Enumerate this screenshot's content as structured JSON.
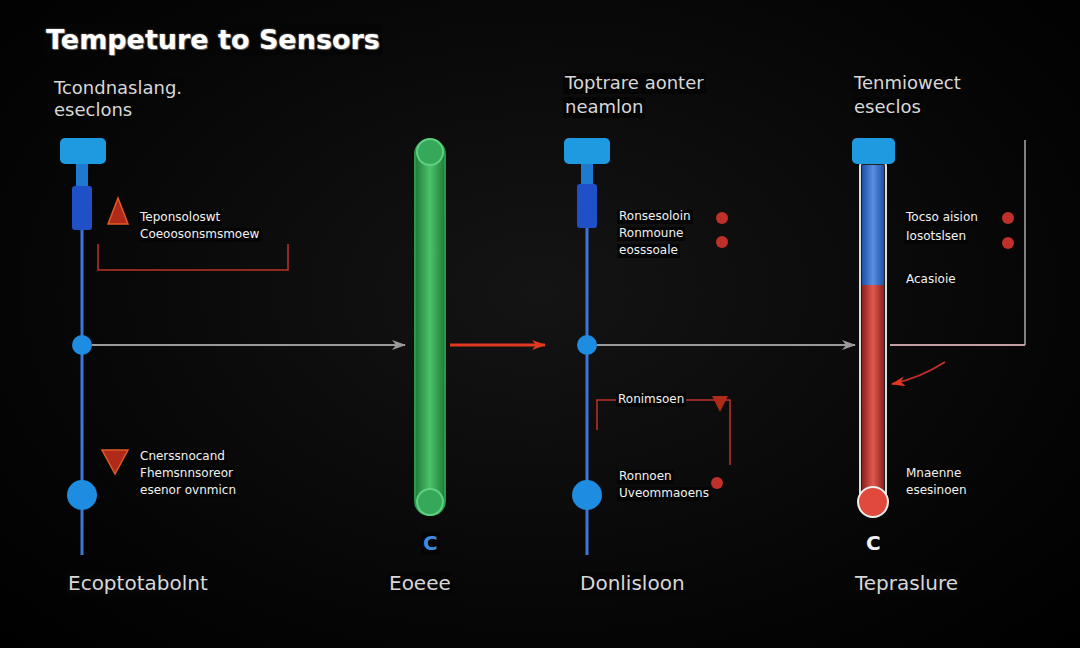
{
  "diagram": {
    "title": "Tempeture to Sensors",
    "labels": [
      "Tcondnaslang.",
      "eseclons",
      "Toptrare aonter",
      "neamlon",
      "Tenmiowect",
      "eseclos",
      "Teponsoloswt",
      "Coeoosonsmsmoew",
      "Cnerssnocand",
      "Fhemsnnsoreor",
      "esenor ovnmicn",
      "Ronsesoloin",
      "Ronmoune",
      "eosssoale",
      "Ronimsoen",
      "Ronnoen",
      "Uveommaoens",
      "Tocso aision",
      "Iosotslsen",
      "Acasioie",
      "Mnaenne",
      "esesinoen",
      "C",
      "C",
      "Ecoptotabolnt",
      "Eoeee",
      "Donlisloon",
      "Tepraslure"
    ]
  }
}
